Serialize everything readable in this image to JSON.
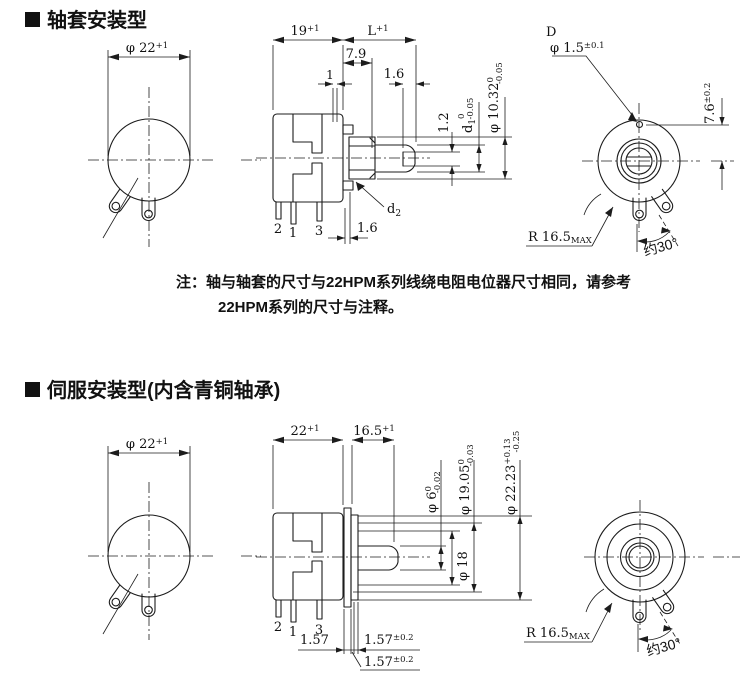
{
  "s1": {
    "title": "轴套安装型",
    "note1": "注：轴与轴套的尺寸与22HPM系列线绕电阻电位器尺寸相同，请参考",
    "note2": "22HPM系列的尺寸与注释。",
    "left": {
      "dia": "φ 22",
      "dia_tol": "+1"
    },
    "side": {
      "w19": "19",
      "w19_tol": "+1",
      "wL": "L",
      "wL_tol": "+1",
      "w79": "7.9",
      "w1": "1",
      "w16": "1.6",
      "slot": "1.2",
      "d1_main": "d",
      "d1_sub": "1",
      "d1_tol_top": "0",
      "d1_tol_bot": "-0.05",
      "d1032": "φ 10.32",
      "d1032_tol_top": "0",
      "d1032_tol_bot": "-0.05",
      "d2_main": "d",
      "d2_sub": "2",
      "w16b": "1.6",
      "pin2": "2",
      "pin1": "1",
      "pin3": "3"
    },
    "front": {
      "ref_d": "D",
      "hole": "φ 1.5",
      "hole_tol": "±0.1",
      "h76": "7.6",
      "h76_tol": "±0.2",
      "r165": "R 16.5",
      "r165_max": "MAX",
      "ang30": "约30°"
    }
  },
  "s2": {
    "title": "伺服安装型(内含青铜轴承)",
    "left": {
      "dia": "φ 22",
      "dia_tol": "+1"
    },
    "side": {
      "w22": "22",
      "w22_tol": "+1",
      "w165": "16.5",
      "w165_tol": "+1",
      "d6": "φ 6",
      "d6_tol_top": "0",
      "d6_tol_bot": "-0.02",
      "d1905": "φ 19.05",
      "d1905_tol_top": "0",
      "d1905_tol_bot": "-0.03",
      "d2223": "φ 22.23",
      "d2223_tol_top": "+0.13",
      "d2223_tol_bot": "-0.25",
      "d18": "φ 18",
      "t157": "1.57",
      "t157a": "1.57",
      "t157a_tol": "±0.2",
      "t157b": "1.57",
      "t157b_tol": "±0.2",
      "pin2": "2",
      "pin1": "1",
      "pin3": "3"
    },
    "front": {
      "r165": "R 16.5",
      "r165_max": "MAX",
      "ang30": "约30°"
    }
  }
}
